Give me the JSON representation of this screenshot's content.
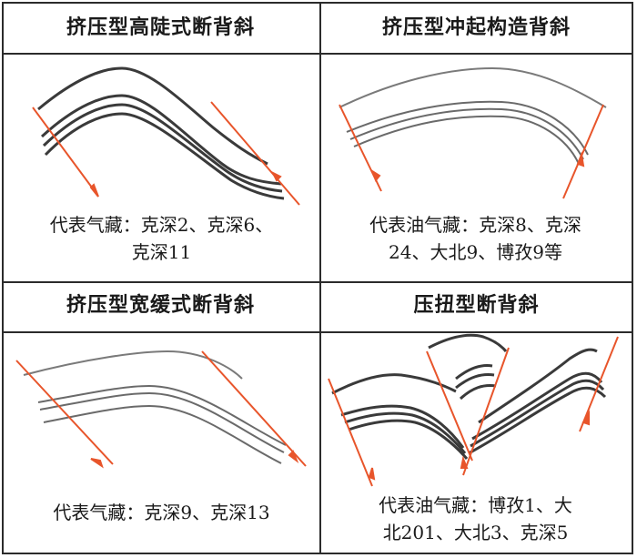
{
  "panels": [
    {
      "title": "挤压型高陡式断背斜",
      "caption_lines": [
        "代表气藏：克深2、克深6、",
        "克深11"
      ]
    },
    {
      "title": "挤压型冲起构造背斜",
      "caption_lines": [
        "代表油气藏：克深8、克深",
        "24、大北9、博孜9等"
      ]
    },
    {
      "title": "挤压型宽缓式断背斜",
      "caption_lines": [
        "代表气藏：克深9、克深13"
      ]
    },
    {
      "title": "压扭型断背斜",
      "caption_lines": [
        "代表油气藏：博孜1、大",
        "北201、大北3、克深5"
      ]
    }
  ],
  "colors": {
    "fault": "#e8552b",
    "strata_dark": "#3a3a3a",
    "strata_light": "#8a8a8a",
    "border": "#2b2b2b"
  },
  "icons": {
    "fault_arrow": "arrow-on-fault-line"
  }
}
